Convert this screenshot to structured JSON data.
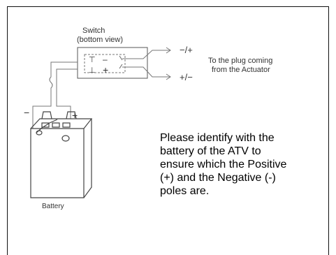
{
  "diagram": {
    "switch_label_line1": "Switch",
    "switch_label_line2": "(bottom view)",
    "switch_terminal_top_left": "⊤",
    "switch_terminal_top_right": "–",
    "switch_terminal_bottom_left": "⊥",
    "switch_terminal_bottom_right": "+",
    "output_top": "−/+",
    "output_bottom": "+/−",
    "plug_label_line1": "To the plug coming",
    "plug_label_line2": "from the Actuator",
    "battery_negative": "−",
    "battery_positive": "+",
    "battery_label": "Battery"
  },
  "note": {
    "lines": [
      "Please identify with the",
      "battery of the ATV to",
      "ensure which the Positive",
      "(+) and the Negative (-)",
      "poles are."
    ]
  }
}
